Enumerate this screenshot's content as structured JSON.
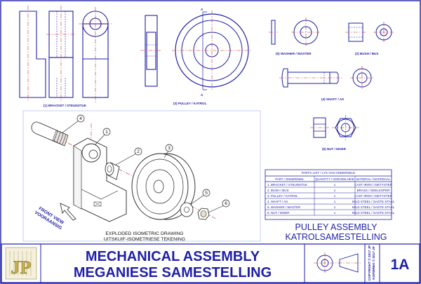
{
  "orthographic_labels": {
    "bracket": "(1) BRACKET / STEUNSTUK",
    "pulley": "(3) PULLEY / KATROL",
    "washer": "(5) WASHER / WASTER",
    "bush": "(2) BUSH / BUS",
    "shaft": "(4) SHAFT / AS",
    "nut": "(6) NUT / MOER",
    "section_mark": "A"
  },
  "isometric": {
    "caption_line1": "EXPLODED ISOMETRIC DRAWING",
    "caption_line2": "UITSKUIF-ISOMETRIESE TEKENING",
    "front_view_line1": "FRONT VIEW",
    "front_view_line2": "VOORAANSIG",
    "balloons": [
      "1",
      "2",
      "3",
      "4",
      "5",
      "6"
    ]
  },
  "parts_list": {
    "title": "PARTS LIST / LYS VAN ONDERDELE",
    "headers": [
      "PART / ONDERDEEL",
      "QUANTITY / HOEVEELHEID",
      "MATERIAL / MATERIAAL"
    ],
    "rows": [
      [
        "1. BRACKET / STEUNSTUK",
        "1",
        "CAST IRON / GIETYSTER"
      ],
      [
        "2. BUSH / BUS",
        "1",
        "BRASS / GEELKOPER"
      ],
      [
        "3. PULLEY / KATROL",
        "1",
        "CAST IRON / GIETYSTER"
      ],
      [
        "4. SHAFT / AS",
        "1",
        "MILD STEEL / SAGTE STAAL"
      ],
      [
        "5. WASHER / WASTER",
        "1",
        "MILD STEEL / SAGTE STAAL"
      ],
      [
        "6. NUT / MOER",
        "1",
        "MILD STEEL / SAGTE STAAL"
      ]
    ]
  },
  "assembly_title_line1": "PULLEY ASSEMBLY",
  "assembly_title_line2": "KATROLSAMESTELLING",
  "title_block": {
    "logo_text": "JP",
    "main_title_line1": "MECHANICAL ASSEMBLY",
    "main_title_line2": "MEGANIESE SAMESTELLING",
    "copyright_line1": "COPYRIGHT © 2017 JP",
    "copyright_line2": "KOPIEREG © 2017 JP",
    "sheet_number": "1A"
  },
  "colors": {
    "line": "#1f1fa8",
    "centerline": "#cc2b2b",
    "isometric_line": "#222222",
    "logo_fill": "#c9b24a"
  }
}
